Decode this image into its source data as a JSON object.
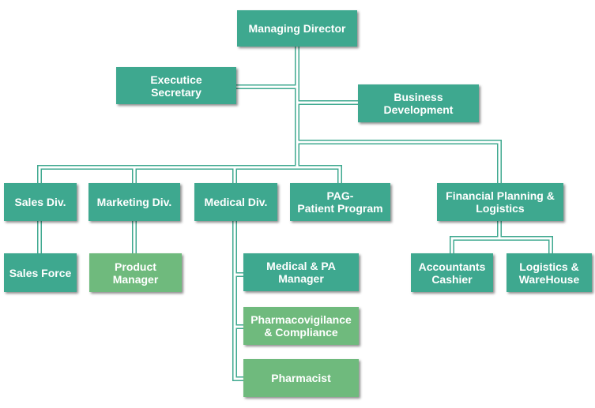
{
  "colors": {
    "teal": "#3ea88f",
    "green": "#6fba7d",
    "line_fill": "#ffffff",
    "line_edge": "#3ea88f"
  },
  "nodes": {
    "managing_director": "Managing Director",
    "executive_secretary": "Executice\nSecretary",
    "business_development": "Business\nDevelopment",
    "sales_div": "Sales Div.",
    "marketing_div": "Marketing Div.",
    "medical_div": "Medical Div.",
    "pag_patient_program": "PAG-\nPatient Program",
    "financial_planning_logistics": "Financial Planning &\nLogistics",
    "sales_force": "Sales Force",
    "product_manager": "Product\nManager",
    "medical_pa_manager": "Medical & PA\nManager",
    "pharmacovigilance_compliance": "Pharmacovigilance\n& Compliance",
    "pharmacist": "Pharmacist",
    "accountants_cashier": "Accountants\nCashier",
    "logistics_warehouse": "Logistics &\nWareHouse"
  }
}
